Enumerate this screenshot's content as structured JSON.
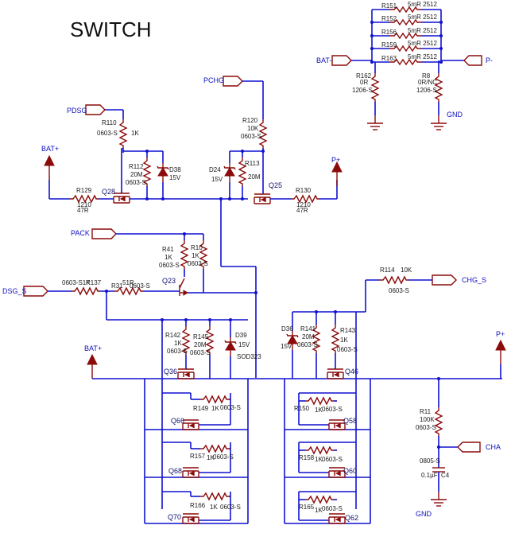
{
  "title": "SWITCH",
  "nets": {
    "bat_minus": "BAT-",
    "p_minus": "P-",
    "gnd": "GND",
    "gnd2": "GND",
    "pdsg": "PDSG",
    "pchg": "PCHG",
    "bat_plus_1": "BAT+",
    "bat_plus_2": "BAT+",
    "p_plus_1": "P+",
    "p_plus_2": "P+",
    "pack": "PACK",
    "dsg_s": "DSG_S",
    "chg_s": "CHG_S",
    "cha": "CHA"
  },
  "shunts": [
    {
      "ref": "R151",
      "value": "5mR 2512"
    },
    {
      "ref": "R152",
      "value": "5mR 2512"
    },
    {
      "ref": "R156",
      "value": "5mR 2512"
    },
    {
      "ref": "R159",
      "value": "5mR 2512"
    },
    {
      "ref": "R163",
      "value": "5mR 2512"
    }
  ],
  "labels": {
    "r162": {
      "ref": "R162",
      "val": "0R",
      "pkg": "1206-S"
    },
    "r8": {
      "ref": "R8",
      "val": "0R/NC",
      "pkg": "1206-S"
    },
    "r110": {
      "ref": "R110",
      "val": "1K",
      "pkg": "0603-S"
    },
    "r112": {
      "ref": "R112",
      "val": "20M",
      "pkg": "0603-S"
    },
    "d38": {
      "ref": "D38",
      "val": "15V"
    },
    "q28": {
      "ref": "Q28"
    },
    "r129": {
      "ref": "R129",
      "val": "47R",
      "pkg": "1210"
    },
    "r120": {
      "ref": "R120",
      "val": "10K",
      "pkg": "0603-S"
    },
    "d24": {
      "ref": "D24",
      "val": "15V"
    },
    "r113": {
      "ref": "R113",
      "val": "20M"
    },
    "q25": {
      "ref": "Q25"
    },
    "r130": {
      "ref": "R130",
      "val": "47R",
      "pkg": "1210"
    },
    "r41": {
      "ref": "R41",
      "val": "1K",
      "pkg": "0603-S"
    },
    "r10": {
      "ref": "R10",
      "val": "1K",
      "pkg": "0603-S"
    },
    "r137": {
      "ref": "R137",
      "val": "0603-S1K"
    },
    "r31": {
      "ref": "R31",
      "val": "51R",
      "pkg": "0603-S"
    },
    "q23": {
      "ref": "Q23"
    },
    "r114": {
      "ref": "R114",
      "val": "10K",
      "pkg": "0603-S"
    },
    "r142": {
      "ref": "R142",
      "val": "1K",
      "pkg": "0603-S"
    },
    "r145": {
      "ref": "R145",
      "val": "20M",
      "pkg": "0603-S"
    },
    "d39": {
      "ref": "D39",
      "val": "15V",
      "pkg": "SOD323"
    },
    "q36": {
      "ref": "Q36"
    },
    "d36": {
      "ref": "D36",
      "val": "15V"
    },
    "r141": {
      "ref": "R141",
      "val": "20M",
      "pkg": "0603-S"
    },
    "r143": {
      "ref": "R143",
      "val": "1K",
      "pkg": "0603-S"
    },
    "q46": {
      "ref": "Q46"
    },
    "r149": {
      "ref": "R149",
      "val": "1K",
      "pkg": "0603-S"
    },
    "q66": {
      "ref": "Q66"
    },
    "r157": {
      "ref": "R157",
      "val": "1K",
      "pkg": "0603-S"
    },
    "q68": {
      "ref": "Q68"
    },
    "r166": {
      "ref": "R166",
      "val": "1K",
      "pkg": "0603-S"
    },
    "q70": {
      "ref": "Q70"
    },
    "r150": {
      "ref": "R150",
      "val": "1K",
      "pkg": "0603-S"
    },
    "q58": {
      "ref": "Q58"
    },
    "r158": {
      "ref": "R158",
      "val": "1K",
      "pkg": "0603-S"
    },
    "q60": {
      "ref": "Q60"
    },
    "r165": {
      "ref": "R165",
      "val": "1K",
      "pkg": "0603-S"
    },
    "q62": {
      "ref": "Q62"
    },
    "r11": {
      "ref": "R11",
      "val": "100K",
      "pkg": "0603-S"
    },
    "c4": {
      "ref": "C4",
      "val": "0.1µF",
      "pkg": "0805-S"
    }
  },
  "colors": {
    "wire": "#1010d0",
    "part": "#8b0a0a"
  }
}
